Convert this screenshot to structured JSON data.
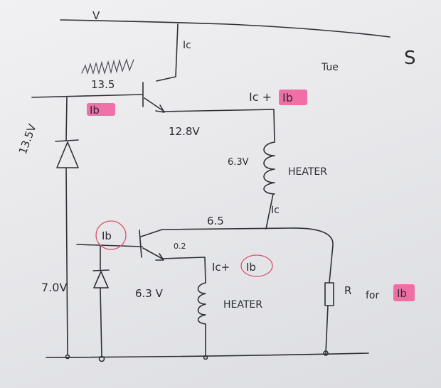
{
  "labels": {
    "top_rail": "V",
    "top_right_text": "Tue",
    "corner_mark": "S",
    "q1_collector_current": "Ic",
    "q1_base_voltage": "13.5",
    "q1_base_current": "Ib",
    "zener_top_voltage": "13.5V",
    "q1_emitter_voltage": "12.8V",
    "q1_emitter_current_a": "Ic +",
    "q1_emitter_current_b": "Ib",
    "heater1_voltage": "6.3V",
    "heater1_label": "HEATER",
    "mid_current": "Ic",
    "mid_voltage": "6.5",
    "q2_base_current": "Ib",
    "q2_vbe": "0.2",
    "q2_emitter_current_a": "Ic+",
    "q2_emitter_current_b": "Ib",
    "zener_bottom_voltage": "7.0V",
    "heater2_voltage": "6.3 V",
    "heater2_label": "HEATER",
    "resistor_label_a": "R",
    "resistor_label_b": "for",
    "resistor_label_c": "Ib"
  },
  "colors": {
    "ink": "#2f2f38",
    "highlight": "#f15a9a",
    "circle": "#d8546a",
    "paper": "#ececef"
  }
}
